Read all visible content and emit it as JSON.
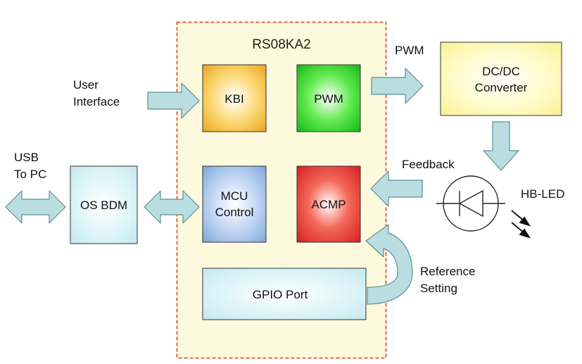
{
  "chip": {
    "title": "RS08KA2"
  },
  "blocks": {
    "kbi": "KBI",
    "pwm": "PWM",
    "mcu_line1": "MCU",
    "mcu_line2": "Control",
    "acmp": "ACMP",
    "gpio": "GPIO Port",
    "os_bdm": "OS BDM",
    "dcdc_line1": "DC/DC",
    "dcdc_line2": "Converter"
  },
  "labels": {
    "user_line1": "User",
    "user_line2": "Interface",
    "usb_line1": "USB",
    "usb_line2": "To PC",
    "pwm_out": "PWM",
    "feedback": "Feedback",
    "hbled": "HB-LED",
    "ref_line1": "Reference",
    "ref_line2": "Setting"
  },
  "icons": [
    "diode-icon",
    "light-emission-arrows-icon"
  ],
  "colors": {
    "chip_fill": "#fdf9dc",
    "chip_border": "#e8503a",
    "arrow_fill": "#b9dde0",
    "arrow_stroke": "#5d8f95"
  }
}
